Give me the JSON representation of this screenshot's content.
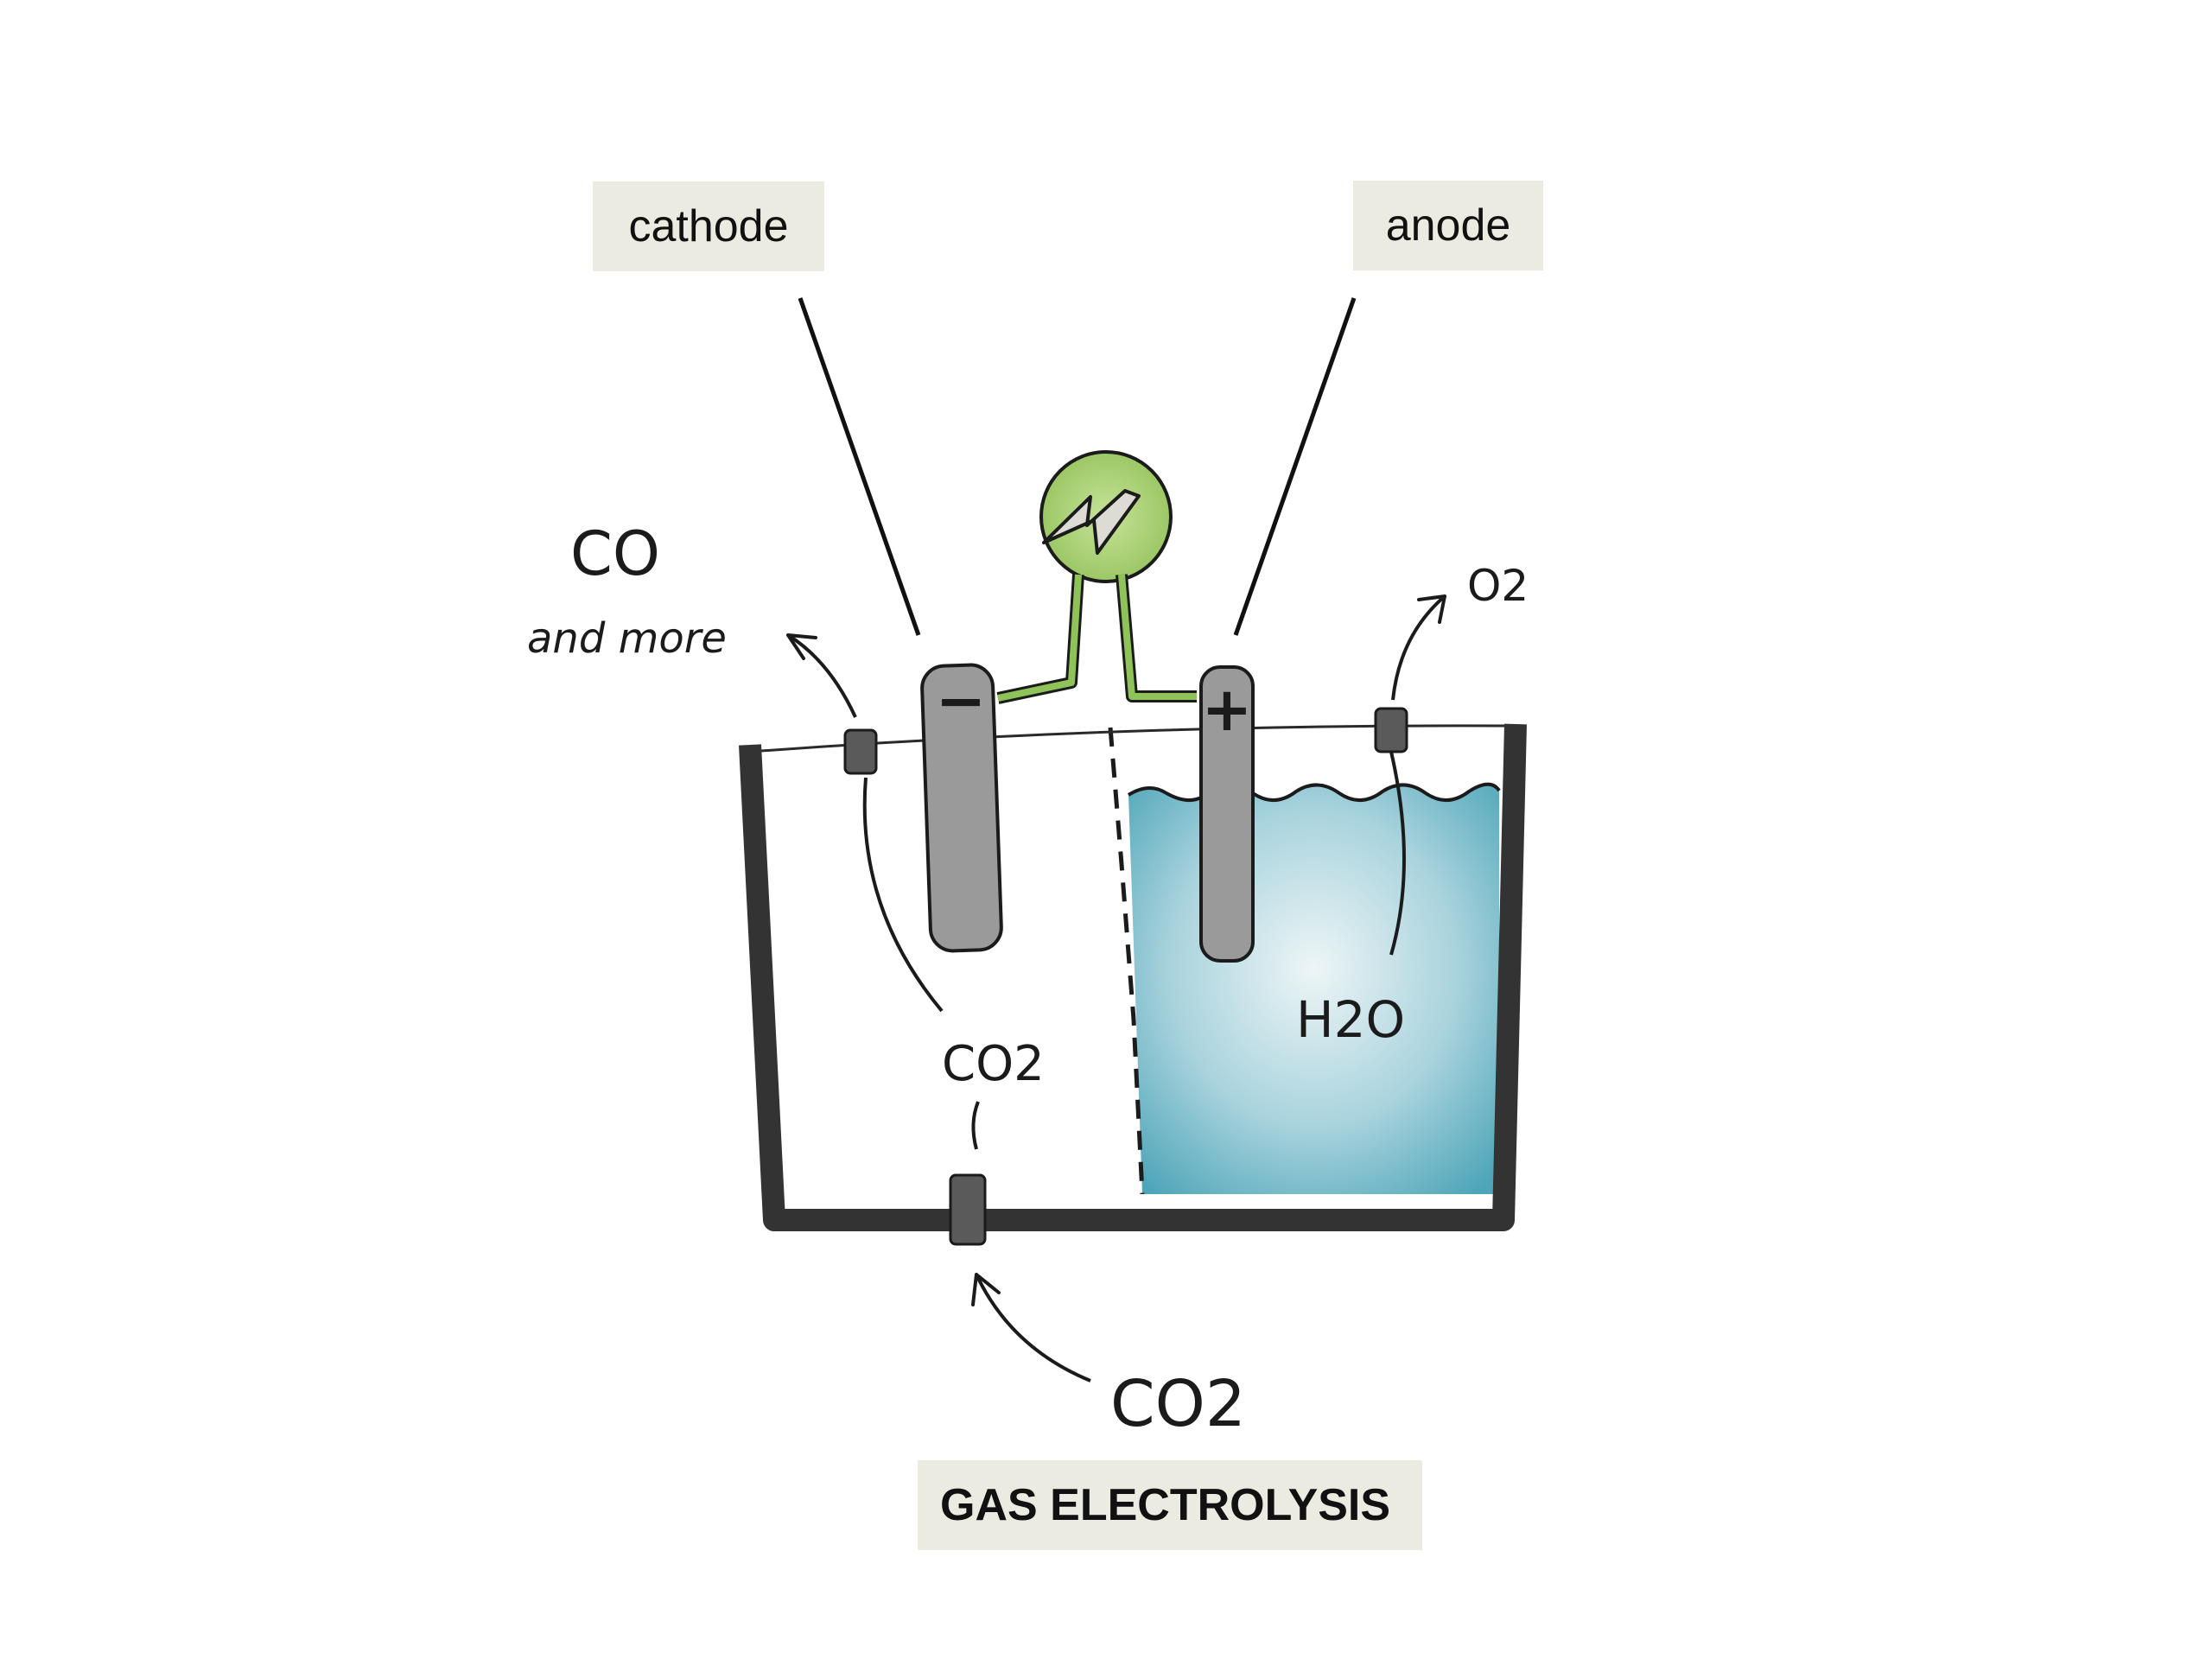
{
  "labels": {
    "cathode": "cathode",
    "anode": "anode",
    "caption": "GAS ELECTROLYSIS"
  },
  "annotations": {
    "co_product": "CO",
    "co_product_sub": "and more",
    "o2_outlet": "O2",
    "h2o": "H2O",
    "co2_inside": "CO2",
    "co2_inlet": "CO2",
    "cathode_sign": "−",
    "anode_sign": "+"
  },
  "icons": {
    "power_source": "lightning-bolt-icon"
  },
  "colors": {
    "electrolyte": "#6fb8c8",
    "power_source": "#a9cf6a",
    "electrode": "#9a9a9a",
    "wire": "#7fb84a",
    "label_background": "#ecebe2"
  }
}
